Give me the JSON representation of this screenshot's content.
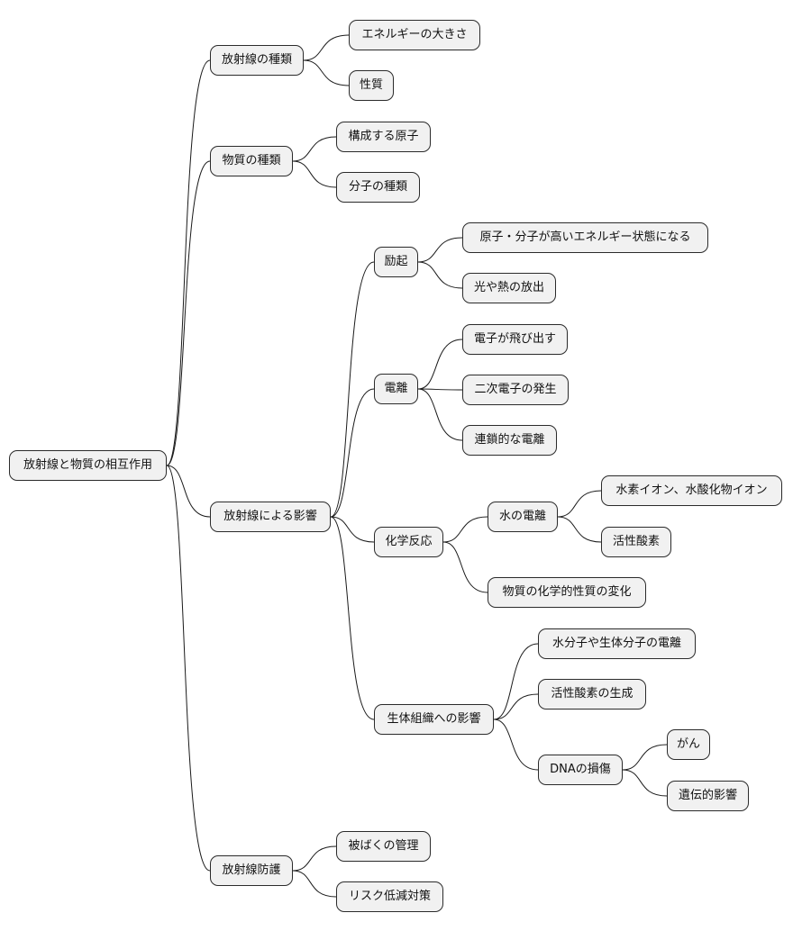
{
  "nodes": {
    "root": "放射線と物質の相互作用",
    "radiation_types": "放射線の種類",
    "energy": "エネルギーの大きさ",
    "properties": "性質",
    "matter_types": "物質の種類",
    "atoms": "構成する原子",
    "molecule_types": "分子の種類",
    "effects": "放射線による影響",
    "excitation": "励起",
    "high_energy_state": "原子・分子が高いエネルギー状態になる",
    "light_heat": "光や熱の放出",
    "ionization": "電離",
    "electron_ejection": "電子が飛び出す",
    "secondary_electrons": "二次電子の発生",
    "chain_ionization": "連鎖的な電離",
    "chemical_reaction": "化学反応",
    "water_ionization": "水の電離",
    "hydrogen_hydroxide_ions": "水素イオン、水酸化物イオン",
    "active_oxygen": "活性酸素",
    "chemical_property_change": "物質の化学的性質の変化",
    "tissue_effects": "生体組織への影響",
    "water_biomolecule_ionization": "水分子や生体分子の電離",
    "active_oxygen_generation": "活性酸素の生成",
    "dna_damage": "DNAの損傷",
    "cancer": "がん",
    "genetic_effects": "遺伝的影響",
    "protection": "放射線防護",
    "exposure_management": "被ばくの管理",
    "risk_reduction": "リスク低減対策"
  },
  "colors": {
    "node_fill": "#f1f1f1",
    "node_border": "#2b2b2b",
    "edge": "#1a1a1a"
  }
}
